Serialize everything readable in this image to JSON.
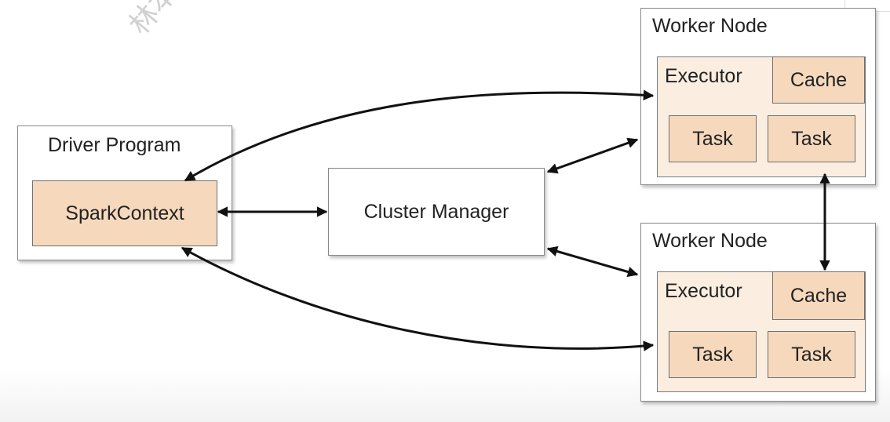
{
  "watermark": "林本耀 +C",
  "driver": {
    "title": "Driver Program",
    "context": "SparkContext"
  },
  "cluster_manager": "Cluster Manager",
  "workers": [
    {
      "title": "Worker Node",
      "executor": "Executor",
      "cache": "Cache",
      "tasks": [
        "Task",
        "Task"
      ]
    },
    {
      "title": "Worker Node",
      "executor": "Executor",
      "cache": "Cache",
      "tasks": [
        "Task",
        "Task"
      ]
    }
  ]
}
